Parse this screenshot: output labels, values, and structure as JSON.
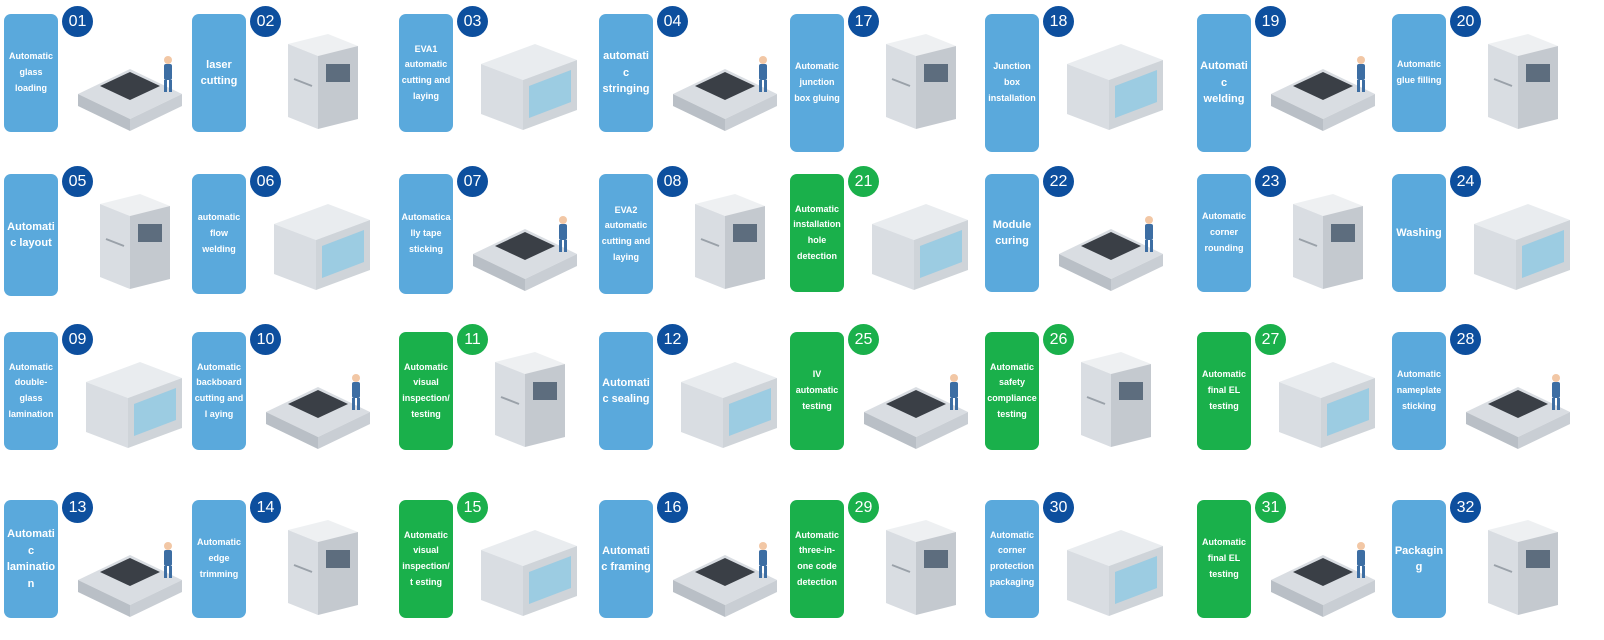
{
  "steps": [
    {
      "num": "01",
      "label": "Automatic glass loading",
      "color": "blue",
      "icon": "glass-loading-machine-icon"
    },
    {
      "num": "02",
      "label": "laser cutting",
      "color": "blue",
      "icon": "robot-arm-icon"
    },
    {
      "num": "03",
      "label": "EVA1 automatic cutting and laying",
      "color": "blue",
      "icon": "cutting-table-icon"
    },
    {
      "num": "04",
      "label": "automatic stringing",
      "color": "blue",
      "icon": "stringing-machine-icon"
    },
    {
      "num": "17",
      "label": "Automatic junction box gluing",
      "color": "blue",
      "icon": "cabinet-icon"
    },
    {
      "num": "18",
      "label": "Junction box installation",
      "color": "blue",
      "icon": "enclosure-icon"
    },
    {
      "num": "19",
      "label": "Automatic welding",
      "color": "blue",
      "icon": "welding-line-icon"
    },
    {
      "num": "20",
      "label": "Automatic glue filling",
      "color": "blue",
      "icon": "glue-filling-machine-icon"
    },
    {
      "num": "05",
      "label": "Automatic layout",
      "color": "blue",
      "icon": "layout-machine-icon"
    },
    {
      "num": "06",
      "label": "automatic flow welding",
      "color": "blue",
      "icon": "flow-welding-cabinet-icon"
    },
    {
      "num": "07",
      "label": "Automatically tape sticking",
      "color": "blue",
      "icon": "tape-sticking-line-icon"
    },
    {
      "num": "08",
      "label": "EVA2 automatic cutting and laying",
      "color": "blue",
      "icon": "cutting-machine-icon"
    },
    {
      "num": "21",
      "label": "Automatic installation hole detection",
      "color": "green",
      "icon": "inspection-station-icon"
    },
    {
      "num": "22",
      "label": "Module curing",
      "color": "blue",
      "icon": "curing-machine-icon"
    },
    {
      "num": "23",
      "label": "Automatic corner rounding",
      "color": "blue",
      "icon": "corner-rounding-machine-icon"
    },
    {
      "num": "24",
      "label": "Washing",
      "color": "blue",
      "icon": "washing-machine-icon"
    },
    {
      "num": "09",
      "label": "Automatic double-glass lamination",
      "color": "blue",
      "icon": "lamination-line-icon"
    },
    {
      "num": "10",
      "label": "Automatic backboard cutting and l aying",
      "color": "blue",
      "icon": "robot-arm-icon"
    },
    {
      "num": "11",
      "label": "Automatic visual inspection/ testing",
      "color": "green",
      "icon": "visual-inspection-machine-icon"
    },
    {
      "num": "12",
      "label": "Automatic sealing",
      "color": "blue",
      "icon": "sealing-machine-icon"
    },
    {
      "num": "25",
      "label": "IV automatic testing",
      "color": "green",
      "icon": "iv-testing-robots-icon"
    },
    {
      "num": "26",
      "label": "Automatic safety compliance testing",
      "color": "green",
      "icon": "safety-testing-line-icon"
    },
    {
      "num": "27",
      "label": "Automatic final EL testing",
      "color": "green",
      "icon": "el-testing-machine-icon"
    },
    {
      "num": "28",
      "label": "Automatic nameplate sticking",
      "color": "blue",
      "icon": "nameplate-line-icon"
    },
    {
      "num": "13",
      "label": "Automatic lamination",
      "color": "blue",
      "icon": "laminator-icon"
    },
    {
      "num": "14",
      "label": "Automatic edge trimming",
      "color": "blue",
      "icon": "industrial-robot-icon"
    },
    {
      "num": "15",
      "label": "Automatic visual inspection/t esting",
      "color": "green",
      "icon": "control-console-icon"
    },
    {
      "num": "16",
      "label": "Automatic framing",
      "color": "blue",
      "icon": "framing-robot-icon"
    },
    {
      "num": "29",
      "label": "Automatic three-in-one code detection",
      "color": "green",
      "icon": "code-detection-panels-icon"
    },
    {
      "num": "30",
      "label": "Automatic corner protection packaging",
      "color": "blue",
      "icon": "packaging-line-icon"
    },
    {
      "num": "31",
      "label": "Automatic final EL testing",
      "color": "green",
      "icon": "el-testing-racks-icon"
    },
    {
      "num": "32",
      "label": "Packaging",
      "color": "blue",
      "icon": "pallet-boxes-icon"
    }
  ],
  "colors": {
    "label_blue": "#5aa9dc",
    "label_green": "#1ab04b",
    "badge_blue": "#0d4f9e",
    "badge_green": "#1ab04b",
    "machine_gray": "#d9dde2",
    "machine_accent": "#2f7fc1",
    "worker_blue": "#3d6ea3"
  }
}
